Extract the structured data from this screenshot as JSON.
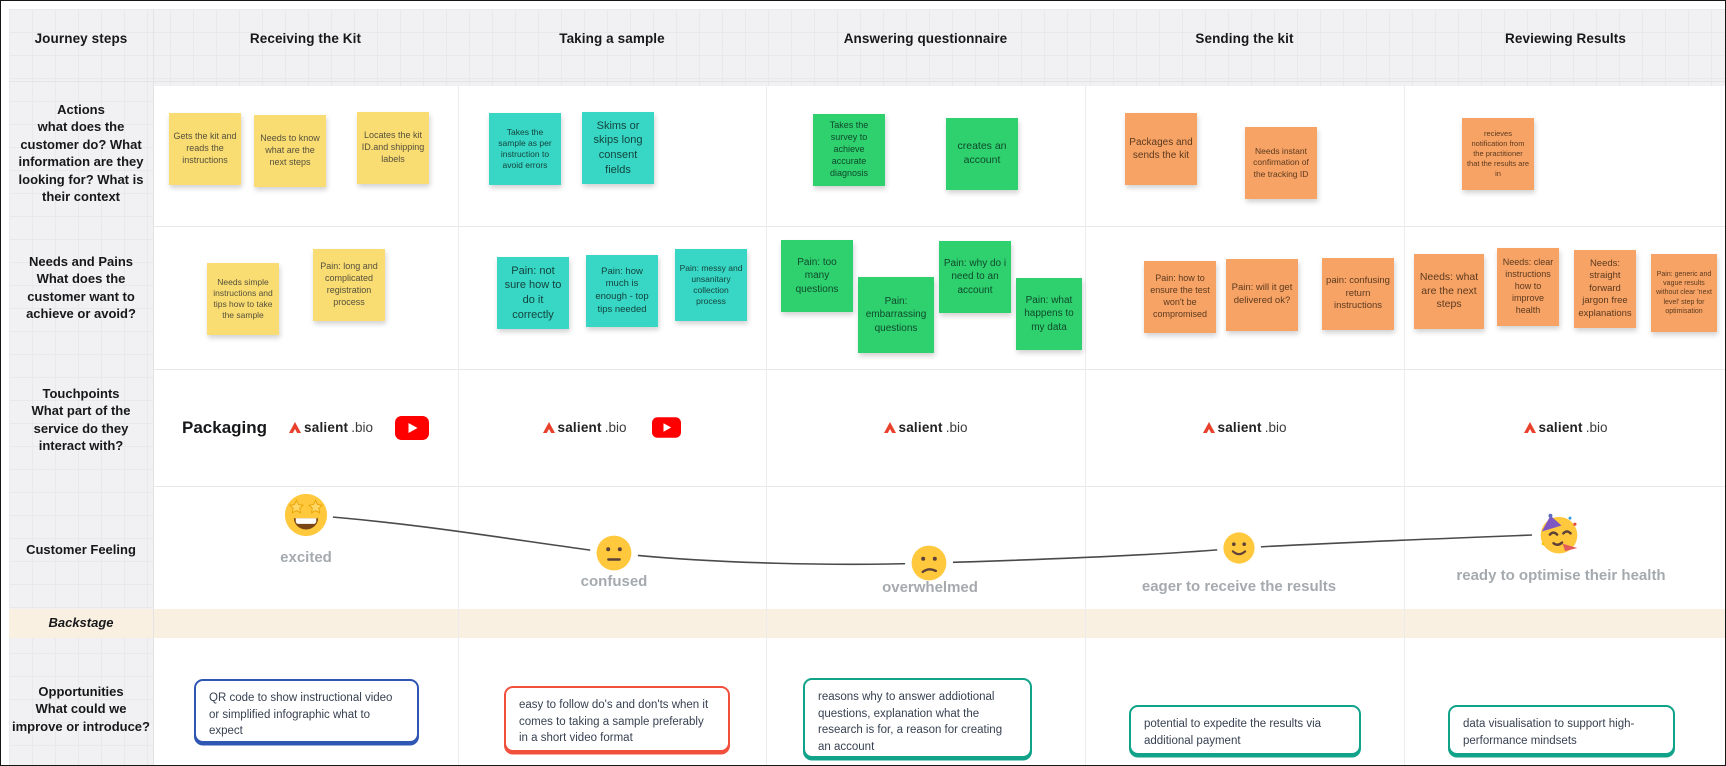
{
  "header": {
    "corner": "Journey steps",
    "columns": [
      "Receiving the Kit",
      "Taking a sample",
      "Answering questionnaire",
      "Sending the kit",
      "Reviewing Results"
    ]
  },
  "rows": {
    "actions": {
      "label": "Actions\nwhat does the customer do? What information are they looking for? What is their context"
    },
    "needs": {
      "label": "Needs and Pains\nWhat does the customer want to achieve or avoid?"
    },
    "touchpoints": {
      "label": "Touchpoints\nWhat part of the service do they interact with?"
    },
    "feeling": {
      "label": "Customer Feeling"
    },
    "backstage": {
      "label": "Backstage"
    },
    "opportunities": {
      "label": "Opportunities\nWhat could we improve or introduce?"
    }
  },
  "stickies": {
    "receiving_kit": {
      "actions": [
        "Gets the kit and reads the instructions",
        "Needs to know what are the next steps",
        "Locates the kit ID.and shipping labels"
      ],
      "needs": [
        "Needs simple instructions and tips how to take the sample",
        "Pain: long and complicated registration process"
      ]
    },
    "taking_sample": {
      "actions": [
        "Takes the sample as per instruction to avoid errors",
        "Skims or skips long consent fields"
      ],
      "needs": [
        "Pain: not sure how to do it correctly",
        "Pain: how much is enough - top tips needed",
        "Pain: messy and unsanitary collection process"
      ]
    },
    "answering_questionnaire": {
      "actions": [
        "Takes the survey to achieve accurate diagnosis",
        "creates an account"
      ],
      "needs": [
        "Pain: too many questions",
        "Pain: embarrassing questions",
        "Pain: why do i need to an account",
        "Pain: what happens to my data"
      ]
    },
    "sending_kit": {
      "actions": [
        "Packages and sends the kit",
        "Needs instant confirmation of the tracking ID"
      ],
      "needs": [
        "Pain: how to ensure the test won't be compromised",
        "Pain: will it get delivered ok?",
        "pain: confusing return instructions"
      ]
    },
    "reviewing_results": {
      "actions": [
        "recieves notification from the practitioner that the results are in"
      ],
      "needs": [
        "Needs: what are the next steps",
        "Needs: clear instructions how to improve health",
        "Needs: straight forward jargon free explanations",
        "Pain: generic and vague results without clear 'next level' step for optimisation"
      ]
    }
  },
  "touchpoints": {
    "packaging_label": "Packaging",
    "logo": {
      "brand": "salient",
      "tld": ".bio"
    }
  },
  "feelings": [
    {
      "label": "excited",
      "emoji": "star-struck"
    },
    {
      "label": "confused",
      "emoji": "neutral-face"
    },
    {
      "label": "overwhelmed",
      "emoji": "confused-face"
    },
    {
      "label": "eager to receive the results",
      "emoji": "slightly-smiling-face"
    },
    {
      "label": "ready to optimise their health",
      "emoji": "partying-face"
    }
  ],
  "opportunities": [
    {
      "text": "QR code to show instructional video or simplified infographic what to expect",
      "accent": "#3056B4"
    },
    {
      "text": "easy to follow do's and don'ts when it comes to taking a sample preferably in a short video format",
      "accent": "#F0503C"
    },
    {
      "text": "reasons why to answer addiotional questions, explanation what the research is for, a reason for creating an account",
      "accent": "#10A389"
    },
    {
      "text": "potential to expedite the results via additional payment",
      "accent": "#10A389"
    },
    {
      "text": "data visualisation to support high-performance mindsets",
      "accent": "#10A389"
    }
  ],
  "colors": {
    "board_background": "#F1F1F3",
    "sticky_yellow": "#F9DC72",
    "sticky_teal": "#38D6C4",
    "sticky_green": "#2FD06E",
    "sticky_orange": "#F7A366",
    "backstage_band": "#FAF0E1",
    "opportunity_blue": "#3056B4",
    "opportunity_red": "#F0503C",
    "opportunity_green": "#10A389",
    "youtube_red": "#FF0000",
    "salient_red": "#E8402B",
    "feeling_label_gray": "#A5AAAF",
    "feeling_curve": "#4A4A4A"
  }
}
